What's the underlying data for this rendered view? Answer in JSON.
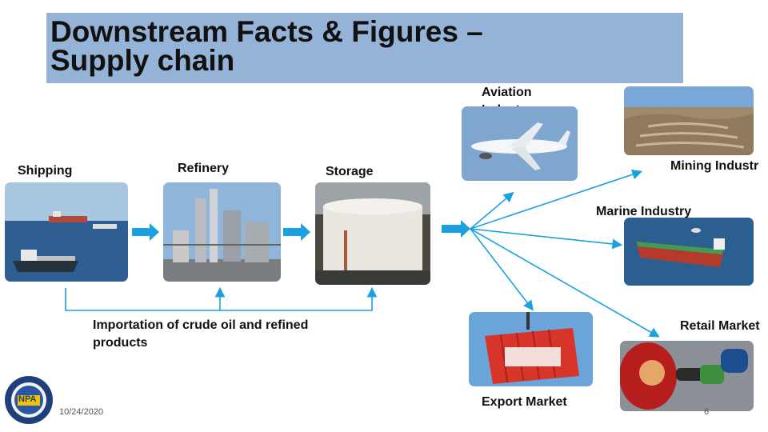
{
  "title": "Downstream Facts & Figures –\nSupply chain",
  "nodes": {
    "shipping": "Shipping",
    "refinery": "Refinery",
    "storage": "Storage",
    "aviation": "Aviation\nIndustry",
    "mining": "Mining Industr",
    "marine": "Marine Industry",
    "retail": "Retail Market",
    "export": "Export Market"
  },
  "importation": "Importation of crude oil and refined\nproducts",
  "footer": {
    "date": "10/24/2020",
    "page": "6",
    "logo_text": "NPA"
  },
  "colors": {
    "title_band": "#95b3d7",
    "arrow": "#1ba1e2"
  }
}
